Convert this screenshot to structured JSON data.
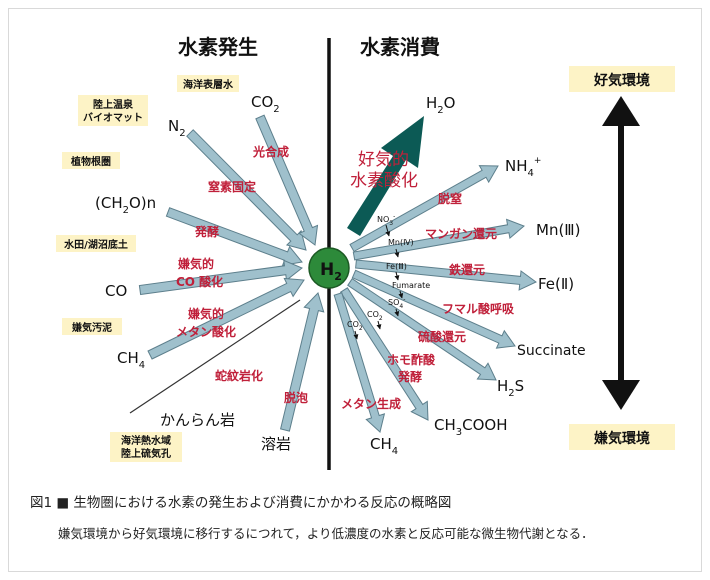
{
  "header_production": "水素発生",
  "header_consumption": "水素消費",
  "center": {
    "h": "H",
    "sub": "2"
  },
  "env": {
    "aerobic": "好気環境",
    "anaerobic": "嫌気環境"
  },
  "colors": {
    "arrow_fill": "#9fc0cc",
    "arrow_stroke": "#5d7f8c",
    "label_red": "#c0203a",
    "dark_teal": "#0c5a55",
    "h2_green": "#2d8a3a",
    "box_bg": "#fdf3c6"
  },
  "habitats": [
    {
      "text": "海洋表層水"
    },
    {
      "text": "陸上温泉"
    },
    {
      "text": "バイオマット"
    },
    {
      "text": "植物根圏"
    },
    {
      "text": "水田/湖沼底土"
    },
    {
      "text": "嫌気汚泥"
    },
    {
      "text": "海洋熱水域"
    },
    {
      "text": "陸上硫気孔"
    }
  ],
  "sources": [
    {
      "main": "N",
      "sub": "2",
      "tail": ""
    },
    {
      "main": "CO",
      "sub": "2",
      "tail": ""
    },
    {
      "main": "(CH",
      "sub": "2",
      "tail": "O)n"
    },
    {
      "main": "CO",
      "sub": "",
      "tail": ""
    },
    {
      "main": "CH",
      "sub": "4",
      "tail": ""
    },
    {
      "main": "かんらん岩",
      "sub": "",
      "tail": ""
    },
    {
      "main": "溶岩",
      "sub": "",
      "tail": ""
    }
  ],
  "production_processes": [
    "光合成",
    "窒素固定",
    "発酵",
    "嫌気的",
    "CO 酸化",
    "嫌気的",
    "メタン酸化",
    "蛇紋岩化",
    "脱泡"
  ],
  "aerobic_oxidation": {
    "line1": "好気的",
    "line2": "水素酸化"
  },
  "products": [
    {
      "main": "H",
      "sub": "2",
      "tail": "O",
      "sup": ""
    },
    {
      "main": "NH",
      "sub": "4",
      "tail": "",
      "sup": "+"
    },
    {
      "main": "Mn(Ⅲ)",
      "sub": "",
      "tail": "",
      "sup": ""
    },
    {
      "main": "Fe(Ⅱ)",
      "sub": "",
      "tail": "",
      "sup": ""
    },
    {
      "main": "Succinate",
      "sub": "",
      "tail": "",
      "sup": ""
    },
    {
      "main": "H",
      "sub": "2",
      "tail": "S",
      "sup": ""
    },
    {
      "main": "CH",
      "sub": "3",
      "tail": "COOH",
      "sup": ""
    },
    {
      "main": "CH",
      "sub": "4",
      "tail": "",
      "sup": ""
    }
  ],
  "consumption_processes": [
    "脱窒",
    "マンガン還元",
    "鉄還元",
    "フマル酸呼吸",
    "硫酸還元",
    "ホモ酢酸",
    "発酵",
    "メタン生成"
  ],
  "acceptors": [
    {
      "main": "NO",
      "sub": "3",
      "sup": "-"
    },
    {
      "main": "Mn(Ⅳ)",
      "sub": "",
      "sup": ""
    },
    {
      "main": "Fe(Ⅲ)",
      "sub": "",
      "sup": ""
    },
    {
      "main": "Fumarate",
      "sub": "",
      "sup": ""
    },
    {
      "main": "SO",
      "sub": "4",
      "sup": "-"
    },
    {
      "main": "CO",
      "sub": "2",
      "sup": ""
    },
    {
      "main": "CO",
      "sub": "2",
      "sup": ""
    }
  ],
  "caption": "図1 ■ 生物圏における水素の発生および消費にかかわる反応の概略図",
  "note": "嫌気環境から好気環境に移行するにつれて，より低濃度の水素と反応可能な微生物代謝となる．"
}
